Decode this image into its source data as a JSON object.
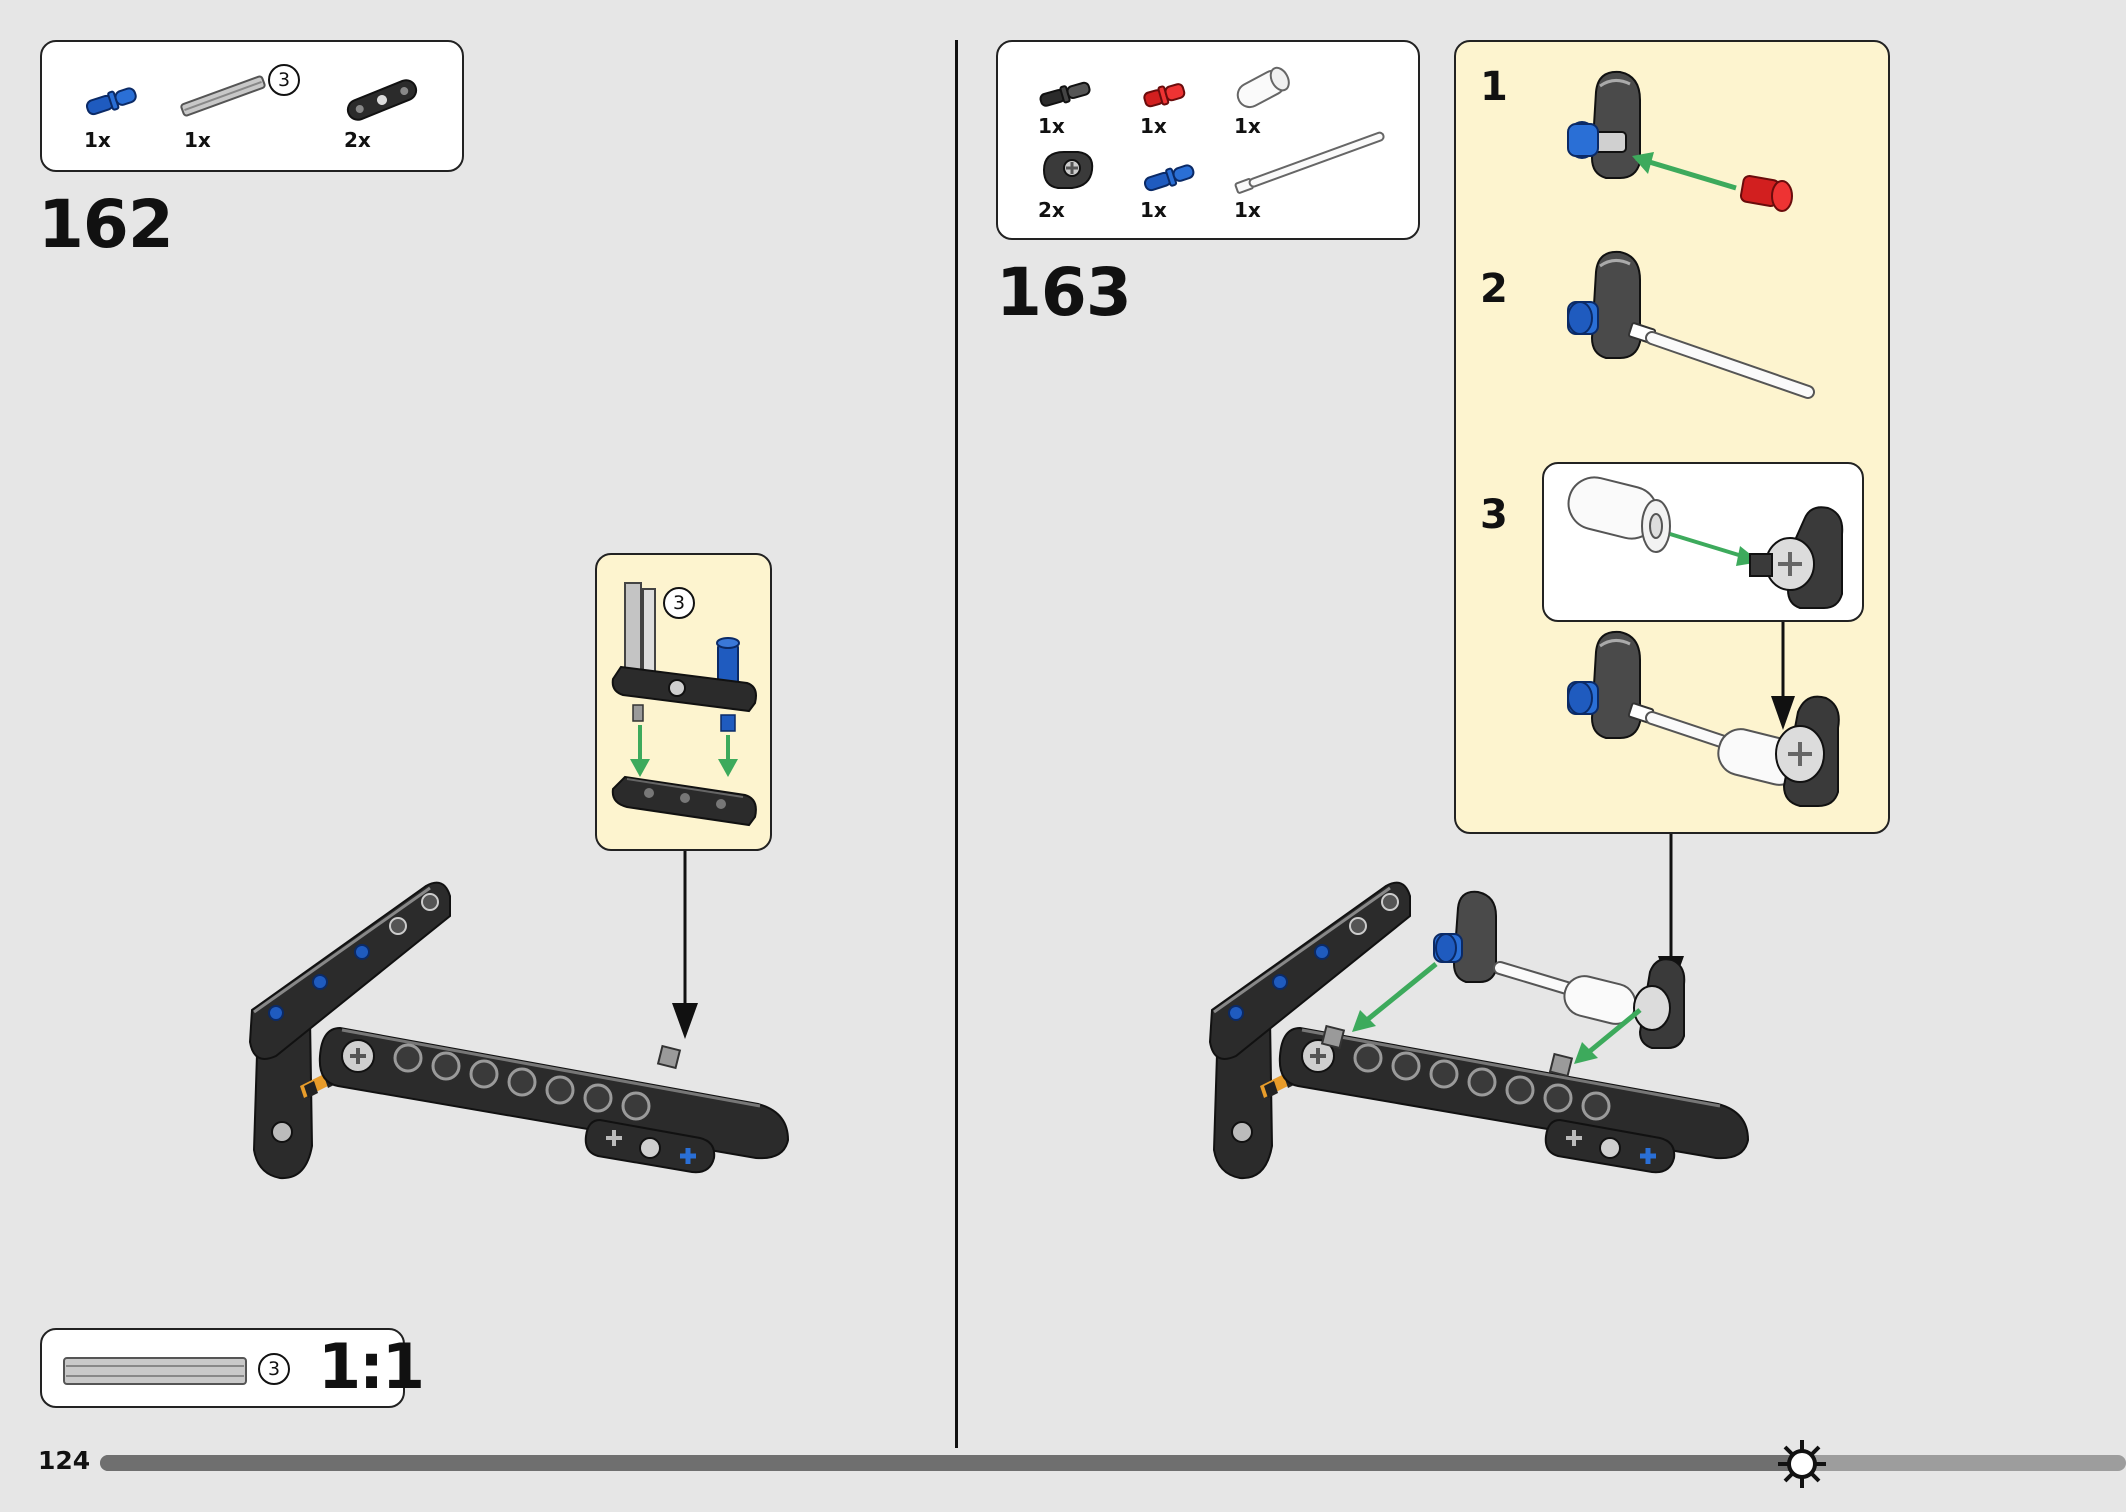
{
  "page": {
    "number": "124",
    "progress_percent": 84
  },
  "step162": {
    "number": "162",
    "parts": [
      {
        "qty": "1x",
        "icon": "blue-pin-icon"
      },
      {
        "qty": "1x",
        "icon": "gray-axle-icon",
        "length": "3"
      },
      {
        "qty": "2x",
        "icon": "black-beam-icon"
      }
    ],
    "callout_axle_length": "3",
    "ruler": {
      "length": "3",
      "scale": "1:1"
    }
  },
  "step163": {
    "number": "163",
    "parts": [
      {
        "qty": "1x",
        "icon": "black-pin-icon"
      },
      {
        "qty": "1x",
        "icon": "red-pin-icon"
      },
      {
        "qty": "1x",
        "icon": "white-bush-icon"
      },
      {
        "qty": "2x",
        "icon": "black-connector-icon"
      },
      {
        "qty": "1x",
        "icon": "blue-pin-icon"
      },
      {
        "qty": "1x",
        "icon": "white-rod-icon"
      }
    ],
    "substeps": [
      "1",
      "2",
      "3"
    ]
  },
  "colors": {
    "background": "#e6e6e6",
    "callout": "#fdf4cf",
    "arrow_green": "#3daa5c",
    "lego_blue": "#1f5bbf",
    "lego_red": "#d21f1f",
    "lego_black": "#2b2b2b"
  }
}
